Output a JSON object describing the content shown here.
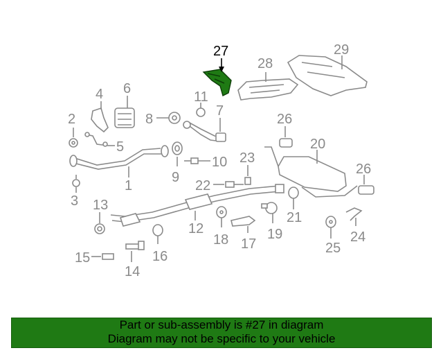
{
  "callouts": {
    "c27": "27",
    "c28": "28",
    "c29": "29",
    "c4": "4",
    "c6": "6",
    "c11": "11",
    "c7": "7",
    "c2": "2",
    "c8": "8",
    "c26a": "26",
    "c5": "5",
    "c20": "20",
    "c9": "9",
    "c10": "10",
    "c23": "23",
    "c26b": "26",
    "c1": "1",
    "c22": "22",
    "c3": "3",
    "c13": "13",
    "c21": "21",
    "c12": "12",
    "c19": "19",
    "c24": "24",
    "c18": "18",
    "c17": "17",
    "c25": "25",
    "c15": "15",
    "c16": "16",
    "c14": "14"
  },
  "highlight_part": "27",
  "colors": {
    "highlight": "#1f7a14",
    "banner": "#1f7a14",
    "parts": "#8a8a8a"
  },
  "banner": {
    "line1": "Part or sub-assembly is #27 in diagram",
    "line2": "Diagram may not be specific to your vehicle"
  }
}
